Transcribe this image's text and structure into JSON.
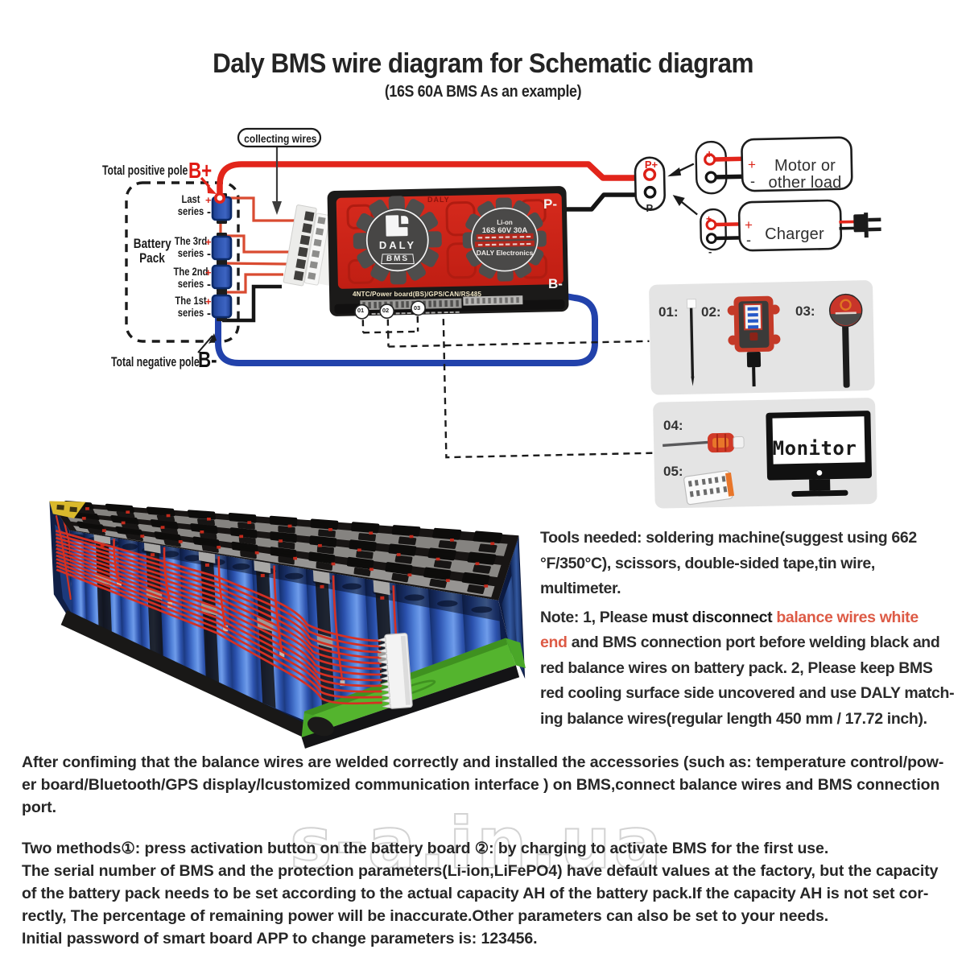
{
  "title": {
    "main": "Daly BMS wire diagram for Schematic diagram",
    "subtitle": "(16S 60A BMS As an example)"
  },
  "schematic": {
    "collecting_wires_label": "collecting wires",
    "total_positive_label": "Total positive pole",
    "total_positive_pole": "B+",
    "total_negative_label": "Total negative pole",
    "total_negative_pole": "B-",
    "battery_pack_label_line1": "Battery",
    "battery_pack_label_line2": "Pack",
    "cells": [
      {
        "line1": "Last",
        "line2": "series",
        "plus": "+",
        "minus": "-"
      },
      {
        "line1": "The 3rd",
        "line2": "series",
        "plus": "+",
        "minus": "-"
      },
      {
        "line1": "The 2nd",
        "line2": "series",
        "plus": "+",
        "minus": "-"
      },
      {
        "line1": "The 1st",
        "line2": "series",
        "plus": "+",
        "minus": "-"
      }
    ],
    "board": {
      "p_minus": "P-",
      "b_minus": "B-",
      "logo_brand": "DALY",
      "logo_sub": "BMS",
      "top_mark": "DALY",
      "label_line1": "Li-on",
      "label_line2": "16S 60V 30A",
      "label_line3": "DALY Electronics",
      "bottom_label": "4NTC/Power board(BS)/GPS/CAN/RS485",
      "port1": "01",
      "port2": "02",
      "port3": "03"
    },
    "output_terminal": {
      "p_plus": "P+",
      "p_minus": "P-"
    },
    "motor": {
      "plus": "+",
      "minus": "-",
      "line1": "Motor or",
      "line2": "other load"
    },
    "charger": {
      "plus": "+",
      "minus": "-",
      "label": "Charger"
    }
  },
  "accessories": {
    "item1": "01:",
    "item2": "02:",
    "item3": "03:",
    "item4": "04:",
    "item5": "05:",
    "monitor_label": "Monitor"
  },
  "notes": {
    "tools_line1": "Tools needed: soldering machine(suggest using 662",
    "tools_line2": "°F/350°C), scissors, double-sided tape,tin wire,",
    "tools_line3": "multimeter.",
    "note_l1_normal": "Note: 1, Please ",
    "note_l1_bold": "must disconnect ",
    "note_l1_red": "balance wires white",
    "note_l2_red": "end",
    "note_l2_normal": " and BMS connection port before welding black and",
    "note_l3": "red balance wires on battery pack. 2, Please keep BMS",
    "note_l4": "red cooling surface side uncovered and use DALY match-",
    "note_l5": "ing balance wires(regular length 450 mm / 17.72 inch)."
  },
  "bottom_text": {
    "p1_l1": "After confiming that the balance wires are welded correctly and installed the accessories (such as: temperature control/pow-",
    "p1_l2": "er board/Bluetooth/GPS display/lcustomized communication interface ) on BMS,connect balance wires and BMS connection",
    "p1_l3": "port.",
    "p2": "Two methods①: press activation button on the battery board ②: by charging to activate BMS for the first use.",
    "p3_l1": "The serial number of BMS and the protection parameters(Li-ion,LiFePO4) have default values at the factory, but the capacity",
    "p3_l2": "of the battery pack needs to be set according to the actual capacity AH of the battery pack.If the capacity AH is not set cor-",
    "p3_l3": "rectly, The percentage of remaining power will be inaccurate.Other parameters can also be set to your needs.",
    "p4": "Initial password of smart board APP to change parameters is: 123456."
  },
  "watermark": "s-a.in.ua",
  "colors": {
    "wire_red": "#e2251b",
    "wire_blue": "#2242ab",
    "wire_black": "#151515",
    "balance_wire_red": "#d94b31",
    "board_red": "#d3261b",
    "note_red": "#dd5a45",
    "cell_blue": "#2b50a8",
    "accessory_box_gray": "#e4e4e4",
    "green_base": "#54b42e"
  }
}
